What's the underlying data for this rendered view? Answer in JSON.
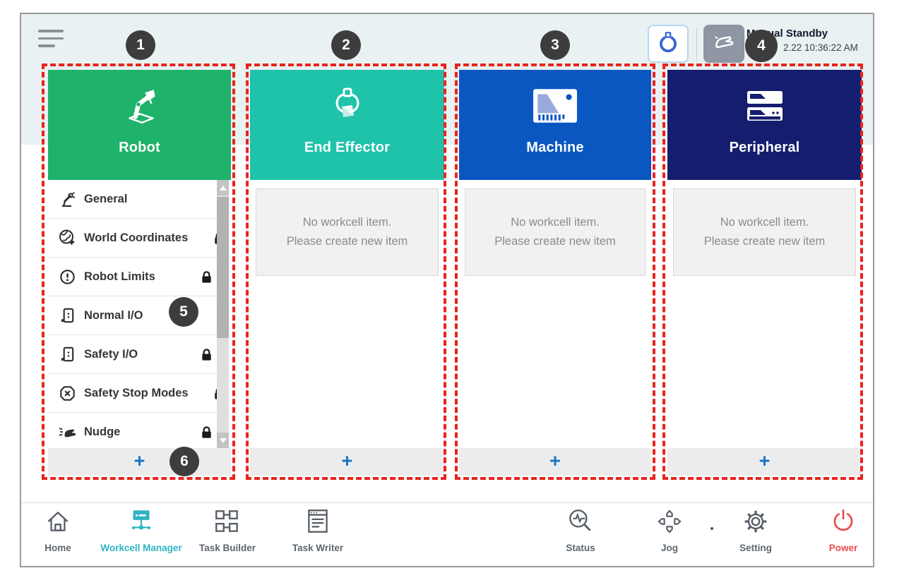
{
  "header": {
    "status_title": "Manual Standby",
    "timestamp": "2.22 10:36:22 AM"
  },
  "annotations": [
    "1",
    "2",
    "3",
    "4",
    "5",
    "6"
  ],
  "columns": [
    {
      "label": "Robot",
      "color": "#1fb26a"
    },
    {
      "label": "End Effector",
      "color": "#1ec3aa"
    },
    {
      "label": "Machine",
      "color": "#0a57c2"
    },
    {
      "label": "Peripheral",
      "color": "#141d6e"
    }
  ],
  "robot_menu": [
    {
      "label": "General",
      "locked": false
    },
    {
      "label": "World Coordinates",
      "locked": true
    },
    {
      "label": "Robot Limits",
      "locked": true
    },
    {
      "label": "Normal I/O",
      "locked": false
    },
    {
      "label": "Safety I/O",
      "locked": true
    },
    {
      "label": "Safety Stop Modes",
      "locked": true
    },
    {
      "label": "Nudge",
      "locked": true
    }
  ],
  "empty_state": {
    "line1": "No workcell item.",
    "line2": "Please create new item"
  },
  "add_button": "+",
  "bottom_nav": [
    {
      "label": "Home",
      "active": false
    },
    {
      "label": "Workcell Manager",
      "active": true
    },
    {
      "label": "Task Builder",
      "active": false
    },
    {
      "label": "Task Writer",
      "active": false
    },
    {
      "label": "Status",
      "active": false
    },
    {
      "label": "Jog",
      "active": false
    },
    {
      "label": "Setting",
      "active": false
    },
    {
      "label": "Power",
      "active": false
    }
  ],
  "colors": {
    "top_band": "#e9f1f2",
    "annotation_red": "#e8241d",
    "annotation_circle": "#3d3d3d",
    "active_nav": "#2eb4c4",
    "power_red": "#e94c4c",
    "add_plus_blue": "#1b74c5"
  }
}
